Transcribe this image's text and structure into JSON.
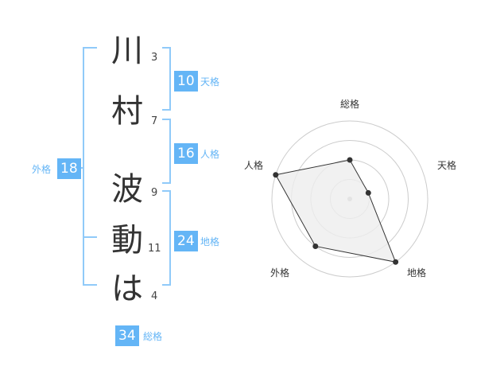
{
  "name": {
    "chars": [
      "川",
      "村",
      "波",
      "動",
      "は"
    ],
    "strokes": [
      "3",
      "7",
      "9",
      "11",
      "4"
    ]
  },
  "scores": {
    "tenkaku": {
      "value": "10",
      "label": "天格"
    },
    "jinkaku": {
      "value": "16",
      "label": "人格"
    },
    "chikaku": {
      "value": "24",
      "label": "地格"
    },
    "gaikaku": {
      "value": "18",
      "label": "外格"
    },
    "soukaku": {
      "value": "34",
      "label": "総格"
    }
  },
  "chart_data": {
    "type": "radar",
    "axes": [
      "総格",
      "天格",
      "地格",
      "外格",
      "人格"
    ],
    "values": [
      2,
      1,
      4,
      3,
      4
    ],
    "max": 4,
    "rings": 4,
    "colors": {
      "fill": "#eeeeee",
      "stroke": "#333333",
      "grid": "#cccccc",
      "point": "#333333"
    }
  }
}
